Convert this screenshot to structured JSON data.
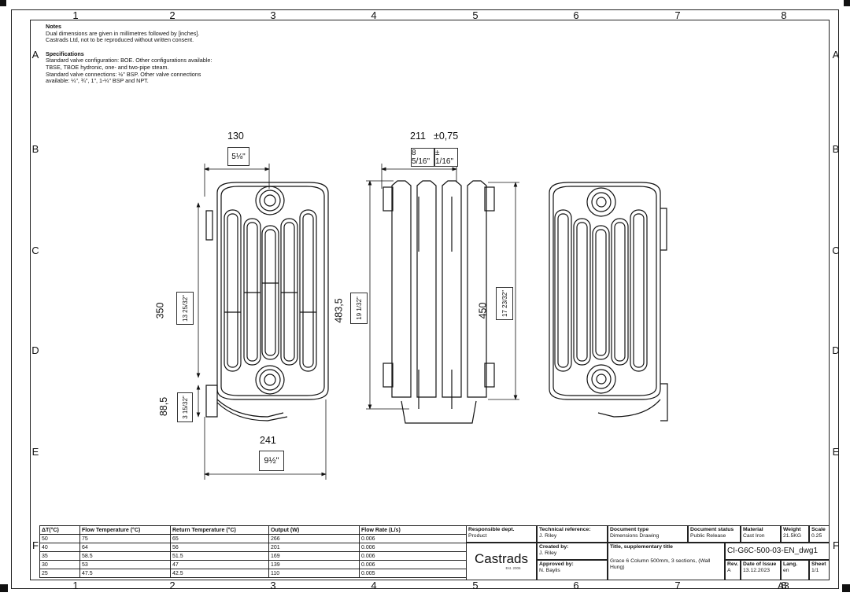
{
  "grid": {
    "columns": [
      "1",
      "2",
      "3",
      "4",
      "5",
      "6",
      "7",
      "8"
    ],
    "rows": [
      "A",
      "B",
      "C",
      "D",
      "E",
      "F"
    ]
  },
  "notes": {
    "title": "Notes",
    "lines": [
      "Dual dimensions are given in millimetres followed by [inches].",
      "Castrads Ltd, not to be reproduced without written consent."
    ],
    "spec_title": "Specifications",
    "spec_lines": [
      "Standard valve configuration: BOE. Other configurations available:",
      "TBSE, TBOE hydronic, one- and two-pipe steam.",
      "Standard valve connections: ½\" BSP. Other valve connections",
      "available: ¼\", ¾\", 1\", 1-¼\" BSP and NPT."
    ]
  },
  "dimensions": {
    "front_width_mm": "130",
    "front_width_in": "5⅛\"",
    "depth_mm": "211",
    "depth_tol_mm": "±0,75",
    "depth_in": "8 5/16\"",
    "depth_tol_in": "± 1/16\"",
    "centres_mm": "350",
    "centres_in": "13 25/32\"",
    "height_mm": "483,5",
    "height_in": "19 1/32\"",
    "section_height_mm": "450",
    "section_height_in": "17 23/32\"",
    "floor_mm": "88,5",
    "floor_in": "3 15/32\"",
    "overall_width_mm": "241",
    "overall_width_in": "9½\""
  },
  "flow_table": {
    "headers": [
      "ΔT(°C)",
      "Flow Temperature (°C)",
      "Return Temperature (°C)",
      "Output (W)",
      "Flow Rate (L/s)"
    ],
    "rows": [
      [
        "50",
        "75",
        "65",
        "266",
        "0.006"
      ],
      [
        "40",
        "64",
        "56",
        "201",
        "0.006"
      ],
      [
        "35",
        "58.5",
        "51.5",
        "169",
        "0.006"
      ],
      [
        "30",
        "53",
        "47",
        "139",
        "0.006"
      ],
      [
        "25",
        "47.5",
        "42.5",
        "110",
        "0.005"
      ]
    ]
  },
  "title_block": {
    "responsible_dept_label": "Responsible dept.",
    "responsible_dept": "Product",
    "brand": "Castrads",
    "brand_est": "Est. 2006",
    "tech_ref_label": "Technical reference:",
    "tech_ref": "J. Riley",
    "created_by_label": "Created by:",
    "created_by": "J. Riley",
    "approved_by_label": "Approved by:",
    "approved_by": "N. Baylis",
    "doc_type_label": "Document type",
    "doc_type": "Dimensions Drawing",
    "doc_status_label": "Document status",
    "doc_status": "Public Release",
    "material_label": "Material",
    "material": "Cast Iron",
    "weight_label": "Weight",
    "weight": "21.5KG",
    "scale_label": "Scale",
    "scale": "0.25",
    "title_label": "Title, supplementary title",
    "title": "Grace 6 Column 500mm, 3 sections, (Wall Hung)",
    "doc_number": "CI-G6C-500-03-EN_dwg1",
    "rev_label": "Rev.",
    "rev": "A",
    "date_label": "Date of Issue",
    "date": "13.12.2023",
    "lang_label": "Lang.",
    "lang": "en",
    "sheet_label": "Sheet",
    "sheet": "1/1",
    "paper": "A3"
  }
}
